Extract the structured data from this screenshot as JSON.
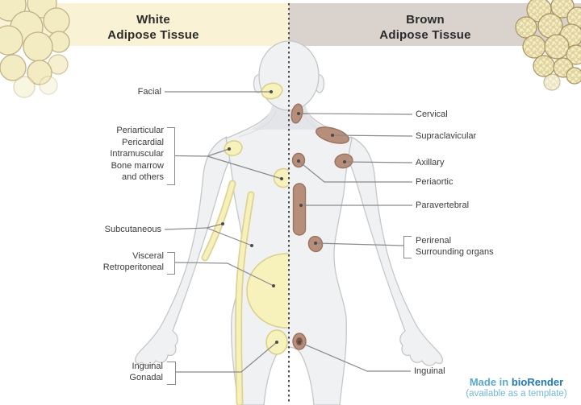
{
  "header": {
    "left_title": "White\nAdipose Tissue",
    "right_title": "Brown\nAdipose Tissue"
  },
  "white_adipose_labels": {
    "facial": "Facial",
    "depot_group": "Periarticular\nPericardial\nIntramuscular\nBone marrow\nand others",
    "subcutaneous": "Subcutaneous",
    "visceral_group": "Visceral\nRetroperitoneal",
    "inguinal_group": "Inguinal\nGonadal"
  },
  "brown_adipose_labels": {
    "cervical": "Cervical",
    "supraclavicular": "Supraclavicular",
    "axillary": "Axillary",
    "periaortic": "Periaortic",
    "paravertebral": "Paravertebral",
    "perirenal_group": "Perirenal\nSurrounding organs",
    "inguinal": "Inguinal"
  },
  "credit": {
    "made_in": "Made in ",
    "brand": "bioRender",
    "subtitle": "(available as a template)"
  },
  "icons": {
    "top_left": "white-adipocytes-illustration",
    "top_right": "brown-adipocytes-illustration",
    "center": "human-body-rear-illustration"
  },
  "colors": {
    "white_band": "#f9f2d4",
    "brown_band": "#d9d2cd",
    "white_fat_fill": "#f7f2bb",
    "white_fat_stroke": "#d9cf85",
    "brown_fat_fill": "#b78e7a",
    "brown_fat_stroke": "#9a725f",
    "body_fill": "#f0f1f2",
    "body_stroke": "#c4c7ca",
    "leader_line": "#8a8a8a",
    "label_text": "#3a3a3a",
    "credit_blue_light": "#57a8d2",
    "credit_blue_dark": "#1f7ab9"
  }
}
